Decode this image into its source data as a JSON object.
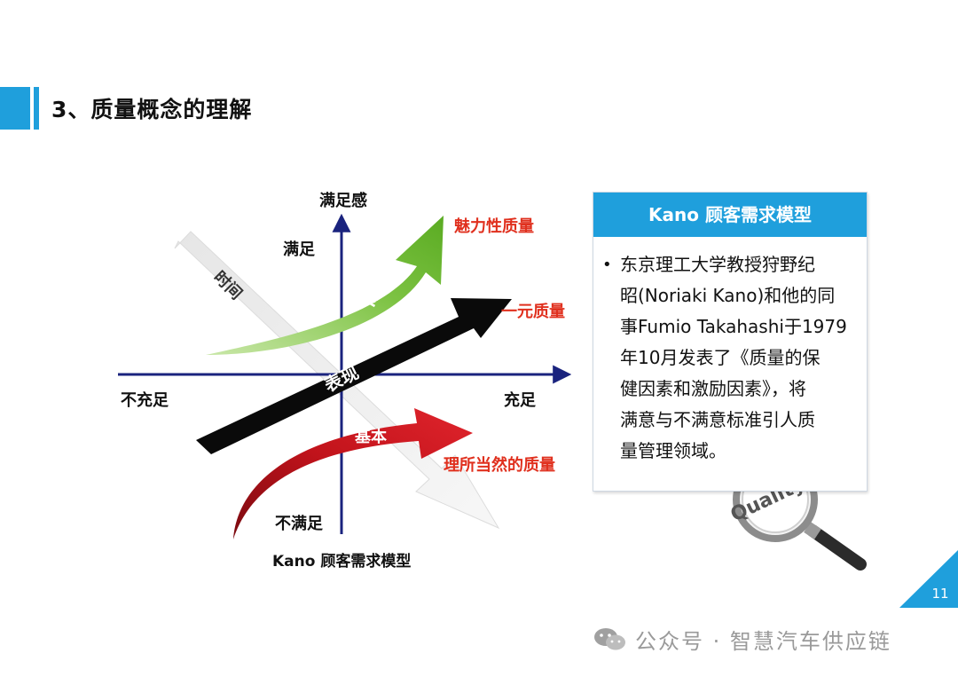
{
  "slide": {
    "title": "3、质量概念的理解",
    "page_number": "11"
  },
  "diagram": {
    "y_axis_label": "满足感",
    "x_left_label": "不充足",
    "x_right_label": "充足",
    "top_label": "满足",
    "bottom_label": "不满足",
    "time_label": "时间",
    "surprise_label": "惊喜",
    "performance_label": "表现",
    "basic_label": "基本",
    "attractive_quality": "魅力性质量",
    "one_dimensional_quality": "一元质量",
    "must_be_quality": "理所当然的质量",
    "caption": "Kano 顾客需求模型",
    "colors": {
      "axis": "#1a237e",
      "attractive": "#7cc242",
      "performance": "#000000",
      "basic": "#c1131b",
      "label_red": "#e0301e"
    }
  },
  "magnifier_text": "Quality",
  "info_box": {
    "header": "Kano 顾客需求模型",
    "bullet": "•",
    "lines": [
      "东京理工大学教授狩野纪",
      "昭(Noriaki Kano)和他的同",
      "事Fumio Takahashi于1979",
      "年10月发表了《质量的保",
      "健因素和激励因素》，将",
      "满意与不满意标准引人质",
      "量管理领域。"
    ]
  },
  "watermark": {
    "text": "公众号 · 智慧汽车供应链",
    "icon": "wechat-icon"
  }
}
